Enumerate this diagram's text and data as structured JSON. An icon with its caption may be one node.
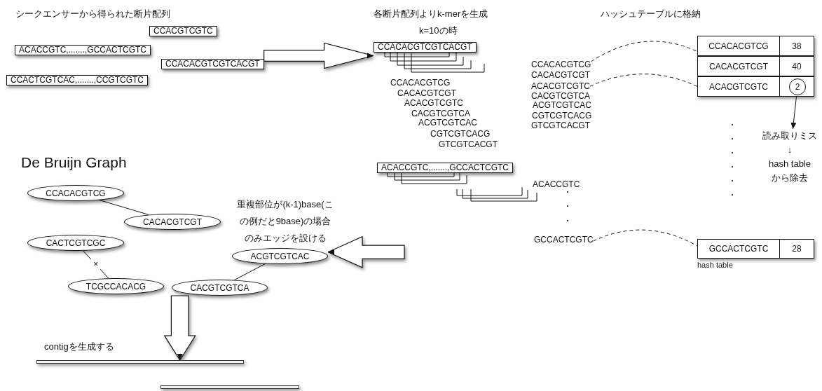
{
  "diagram": {
    "nodes": [
      {
        "text": [
          "CCACGTCGTC"
        ]
      },
      {
        "text": [
          "ACACCGTC,.......,GCCACTCGTC"
        ]
      },
      {
        "text": [
          "CCACACGTCGTCACGT"
        ]
      },
      {
        "text": [
          "CCACTCGTCAC,.......,CCGTCGTC"
        ]
      },
      {
        "text": [
          "CCACACGTCGTCACGT"
        ]
      },
      {
        "text": [
          "CCACACGTCG"
        ]
      },
      {
        "text": [
          "CACACGTCGT"
        ]
      },
      {
        "text": [
          "ACACGTCGTC"
        ]
      },
      {
        "text": [
          "CACGTCGTCA"
        ]
      },
      {
        "text": [
          "ACGTCGTCAC"
        ]
      },
      {
        "text": [
          "CGTCGTCACG"
        ]
      },
      {
        "text": [
          "GTCGTCACGT"
        ]
      },
      {
        "text": [
          "ACACCGTC,.......,GCCACTCGTC"
        ]
      },
      {
        "text": [
          "GCCACTCGTC"
        ]
      },
      {
        "text": [
          "CCACACGTCG",
          "38"
        ]
      },
      {
        "text": [
          "CACACGTCGT",
          "40"
        ]
      },
      {
        "text": [
          "ACACGTCGTC"
        ]
      },
      {
        "text": [
          "2"
        ],
        "in": 16
      },
      {
        "text": [
          "読み取りミス",
          "↓",
          "hash table から除去"
        ]
      },
      {
        "text": [
          "GCCACTCGTC",
          "28"
        ]
      },
      {
        "text": [
          "CCACACGTCG"
        ]
      },
      {
        "text": [
          "CACACGTCGT"
        ]
      },
      {
        "text": [
          "CACTCGTCGC"
        ]
      },
      {
        "text": [
          "TCGCCACACG"
        ]
      },
      {
        "text": [
          "ACGTCGTCAC"
        ]
      },
      {
        "text": [
          "CACGTCGTCA"
        ]
      },
      {
        "text": [],
        "shape": "bar"
      },
      {
        "text": [],
        "shape": "bar"
      }
    ],
    "edges": [
      {
        "from": 5,
        "to": 14,
        "arrow": "none",
        "style": "dashed"
      },
      {
        "from": 7,
        "to": 16,
        "arrow": "none",
        "style": "dashed"
      },
      {
        "from": 13,
        "to": 19,
        "arrow": "none",
        "style": "dashed"
      },
      {
        "from": 17,
        "to": 18,
        "arrow": "to"
      },
      {
        "from": 20,
        "to": 21,
        "arrow": "none"
      },
      {
        "from": 22,
        "to": 23,
        "arrow": "none",
        "label": "×"
      },
      {
        "from": 24,
        "to": 25,
        "arrow": "none"
      },
      {
        "from": 2,
        "to": 4,
        "arrow": "to"
      },
      {
        "from": null,
        "to": 24,
        "arrow": "to"
      },
      {
        "from": 25,
        "to": 26,
        "arrow": "to"
      }
    ],
    "labels": [
      "シークエンサーから得られた断片配列",
      "各断片配列よりk-merを生成",
      "ハッシュテーブルに格納",
      "k=10の時",
      "CCACACGTCG",
      "CACACGTCGT",
      "ACACGTCGTC",
      "CACGTCGTCA",
      "ACGTCGTCAC",
      "CGTCGTCACG",
      "GTCGTCACGT",
      "ACACCGTC",
      "De Bruijn Graph",
      "重複部位が(k-1)base(この例だと9base)の場合のみエッジを設ける",
      "hash table",
      "contigを生成する"
    ]
  }
}
